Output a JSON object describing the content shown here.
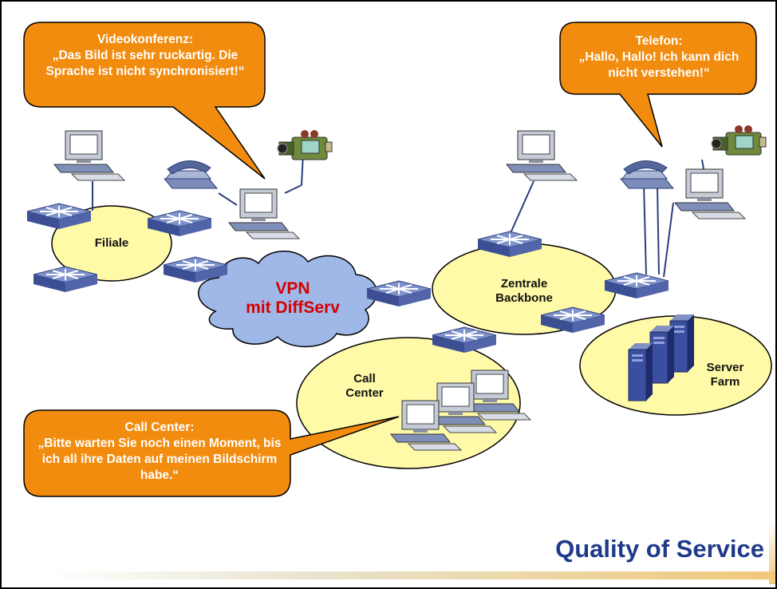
{
  "slide": {
    "title": "Quality of Service",
    "accent_color": "#1f3a8a",
    "bubble_color": "#f28c0f",
    "zone_color": "#fffaa8",
    "vpn_color": "#9fb8e8"
  },
  "bubbles": {
    "video": {
      "head": "Videokonferenz:",
      "text": "„Das Bild ist sehr ruckartig. Die Sprache ist nicht synchronisiert!“"
    },
    "phone": {
      "head": "Telefon:",
      "text": "„Hallo, Hallo! Ich kann dich nicht verstehen!“"
    },
    "callcenter": {
      "head": "Call Center:",
      "text": "„Bitte warten Sie noch einen Moment, bis ich all ihre Daten auf meinen Bildschirm habe.“"
    }
  },
  "nodes": {
    "filiale": "Filiale",
    "zentrale_1": "Zentrale",
    "zentrale_2": "Backbone",
    "callcenter_1": "Call",
    "callcenter_2": "Center",
    "serverfarm_1": "Server",
    "serverfarm_2": "Farm",
    "vpn_1": "VPN",
    "vpn_2": "mit DiffServ"
  }
}
